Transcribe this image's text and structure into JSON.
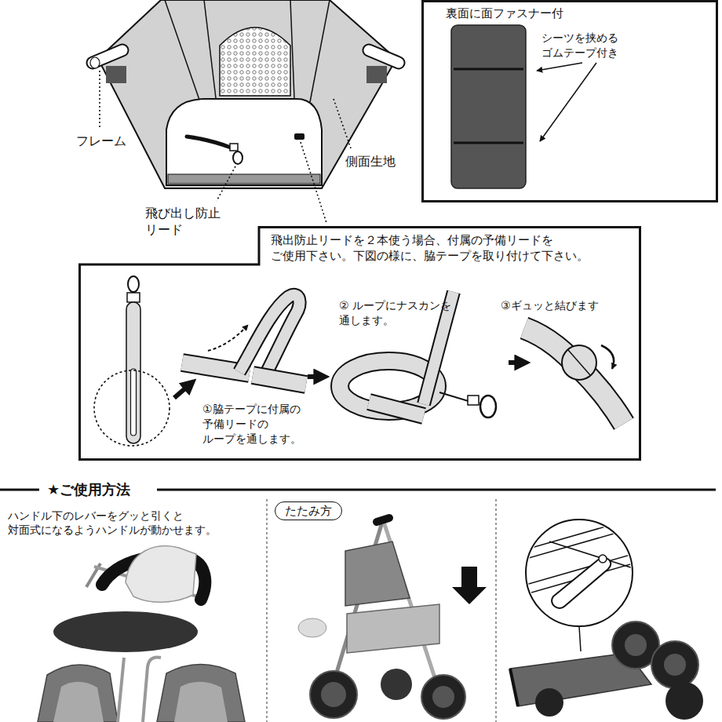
{
  "diagram": {
    "nodes": [
      {
        "text": [
          "裏面に面ファスナー付",
          "シーツを挟める ゴムテープ付き"
        ]
      },
      {
        "text": [
          "飛出防止リードを２本使う場合、付属の予備リードを ご使用下さい。下図の様に、脇テープを取り付けて下さい。",
          "①脇テープに付属の 予備リードの ループを通します。",
          "② ループにナスカンを 通します。",
          "③ギュッと結びます"
        ]
      },
      {
        "text": [
          "たたみ方"
        ]
      }
    ],
    "labels": [
      "フレーム",
      "側面生地",
      "飛び出し防止 リード",
      "★ご使用方法",
      "ハンドル下のレバーをグッと引くと 対面式になるようハンドルが動かせます。"
    ]
  }
}
